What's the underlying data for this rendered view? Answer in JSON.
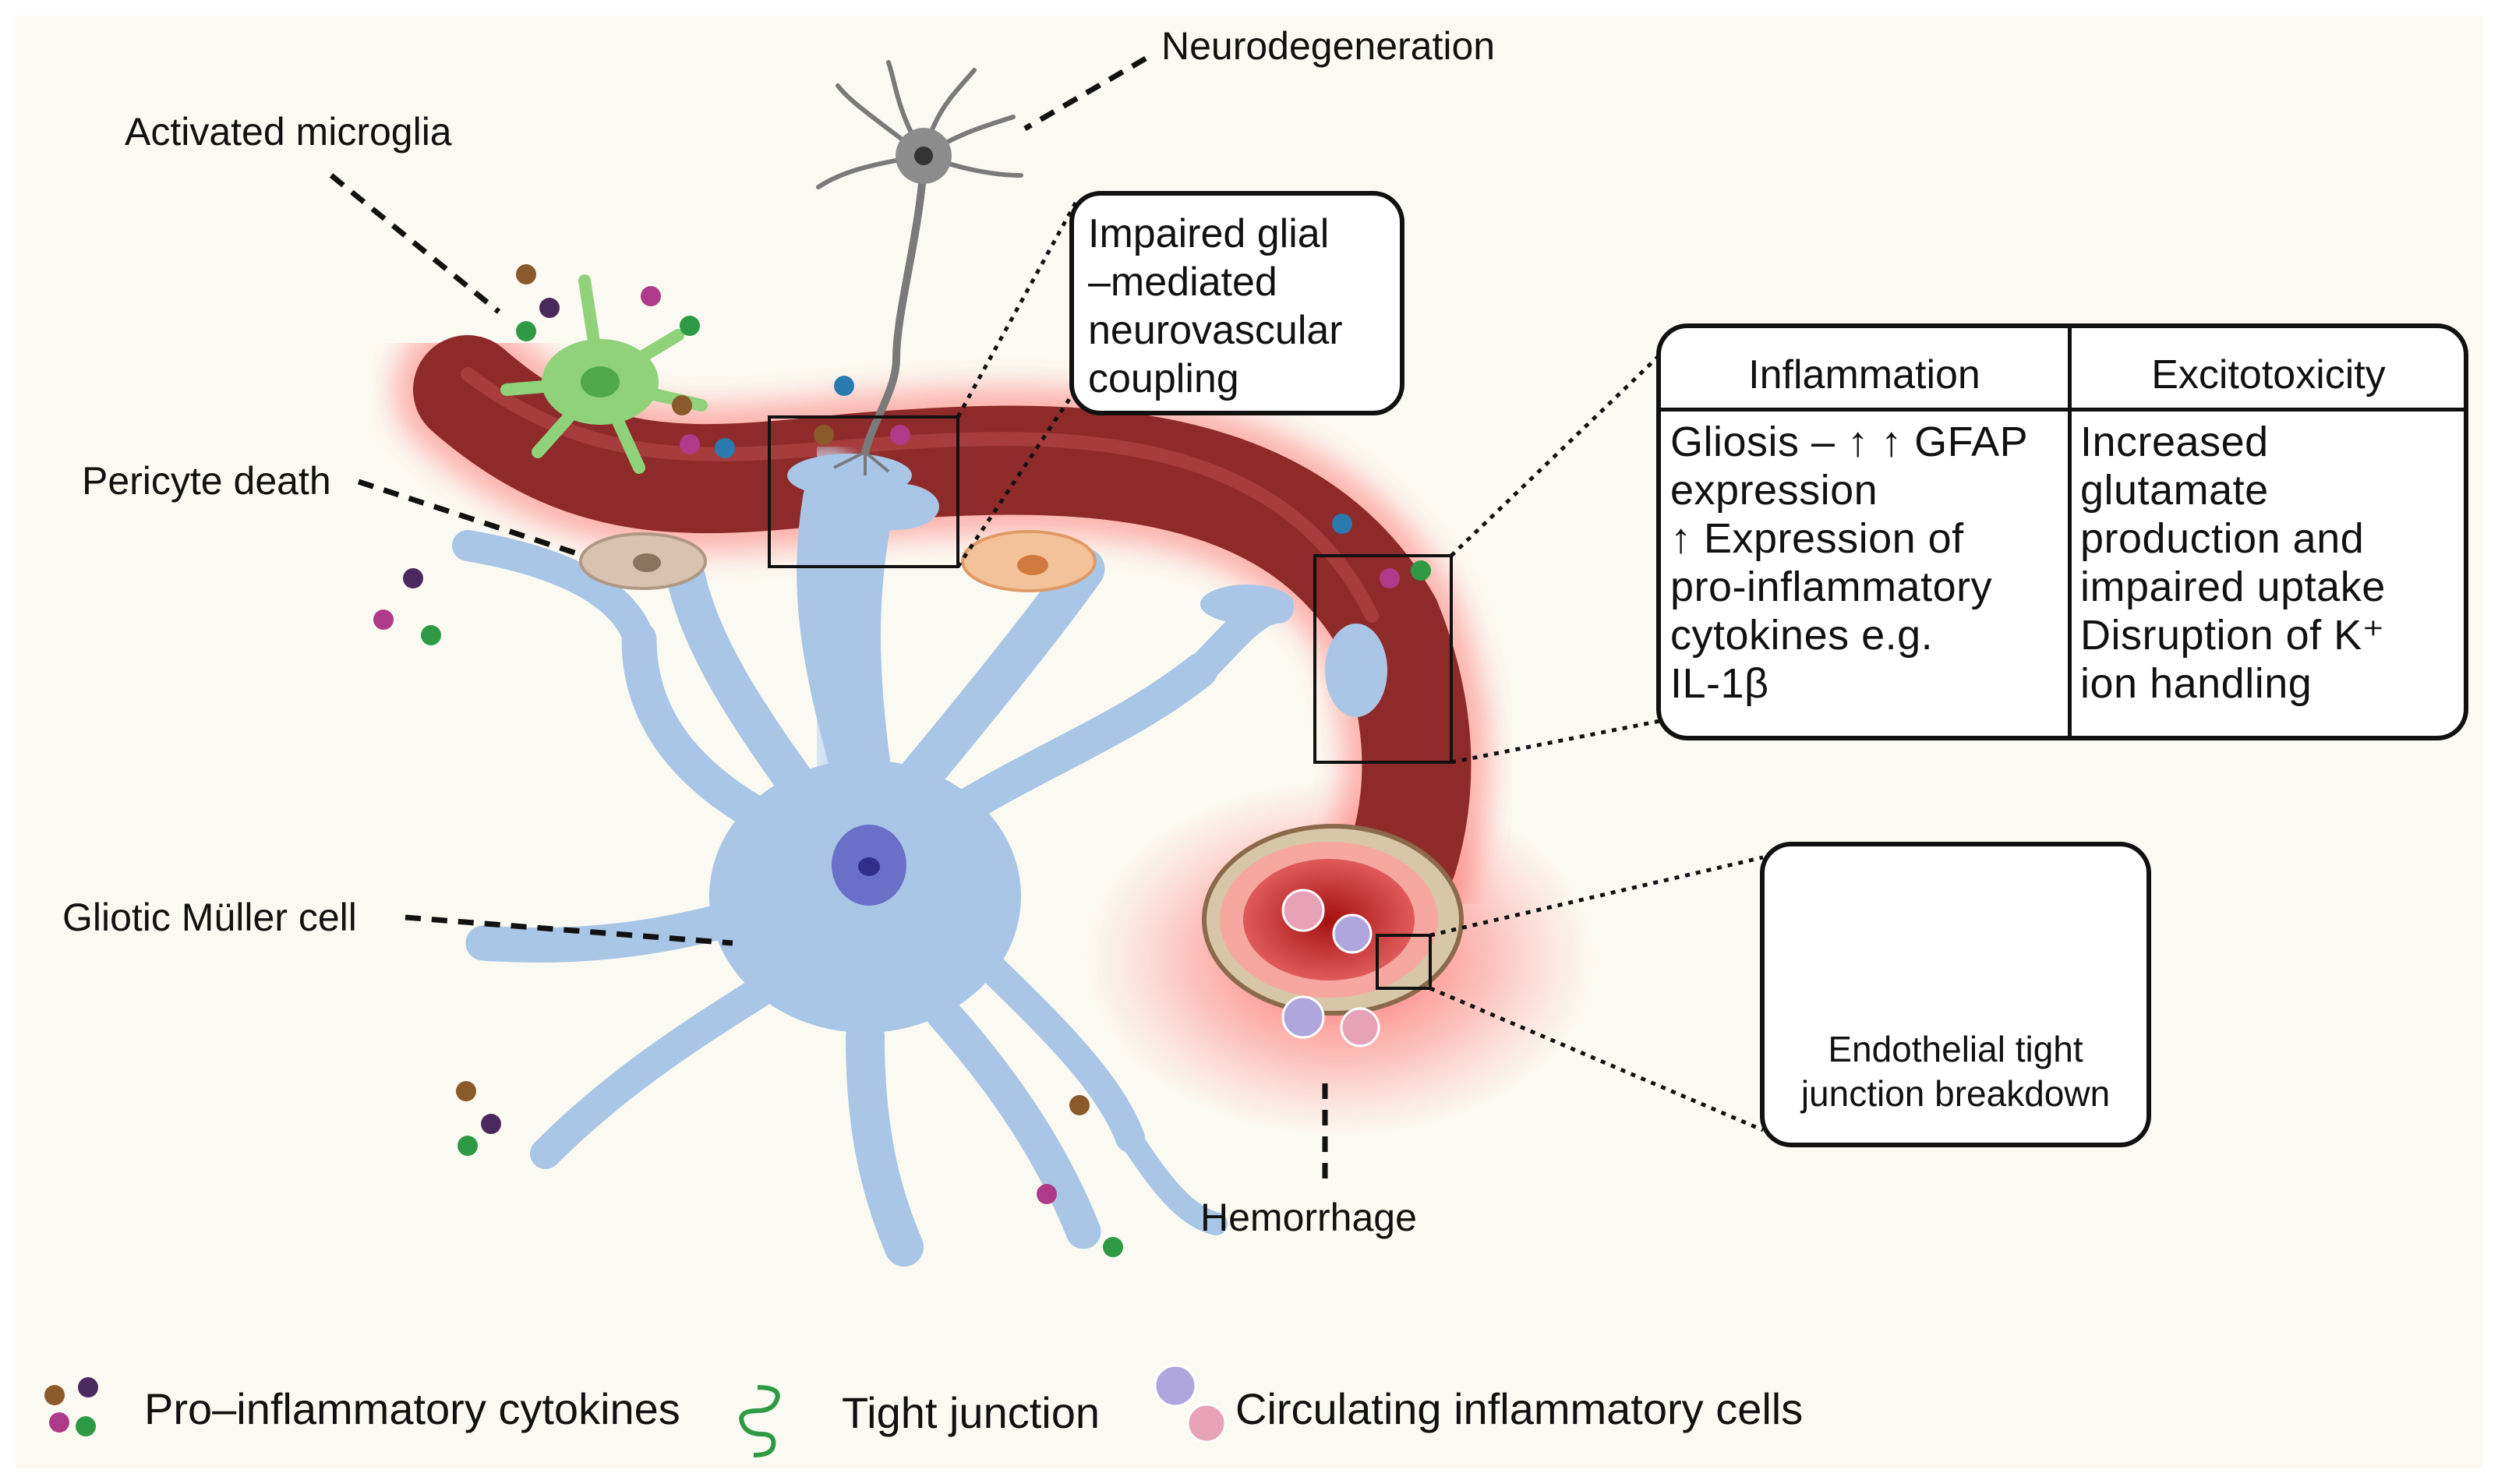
{
  "labels": {
    "neurodegeneration": "Neurodegeneration",
    "activated_microglia": "Activated microglia",
    "pericyte_death": "Pericyte death",
    "gliotic_muller": "Gliotic Müller cell",
    "hemorrhage": "Hemorrhage"
  },
  "neurovascular_box": {
    "lines": [
      "Impaired glial",
      "–mediated",
      "neurovascular",
      "coupling"
    ]
  },
  "effects_table": {
    "headers": [
      "Inflammation",
      "Excitotoxicity"
    ],
    "inflammation_lines": [
      "Gliosis – ↑ ↑ GFAP",
      "expression",
      "↑ Expression of",
      "pro-inflammatory",
      "cytokines e.g.",
      "IL-1β"
    ],
    "excitotoxicity_lines": [
      "Increased",
      "glutamate",
      "production and",
      "impaired uptake",
      "Disruption of K⁺",
      "ion handling"
    ]
  },
  "junction_box": {
    "lines": [
      "Endothelial tight",
      "junction breakdown"
    ]
  },
  "legend": {
    "cytokines": "Pro–inflammatory cytokines",
    "tight_junction": "Tight junction",
    "circulating_cells": "Circulating inflammatory cells"
  },
  "colors": {
    "vessel": "#8e2a2a",
    "muller_cell": "#a9c6e6",
    "microglia": "#8fd27a",
    "neuron": "#8c8c8c",
    "pericyte_dead": "#d9c2b0",
    "pericyte": "#f4c29a",
    "cytokine_brown": "#8a5a2b",
    "cytokine_purple": "#4a2a5e",
    "cytokine_magenta": "#b03a8a",
    "cytokine_green": "#2f9a46",
    "cytokine_blue": "#2a7ab0",
    "hemorrhage_glow": "#ff4040"
  }
}
